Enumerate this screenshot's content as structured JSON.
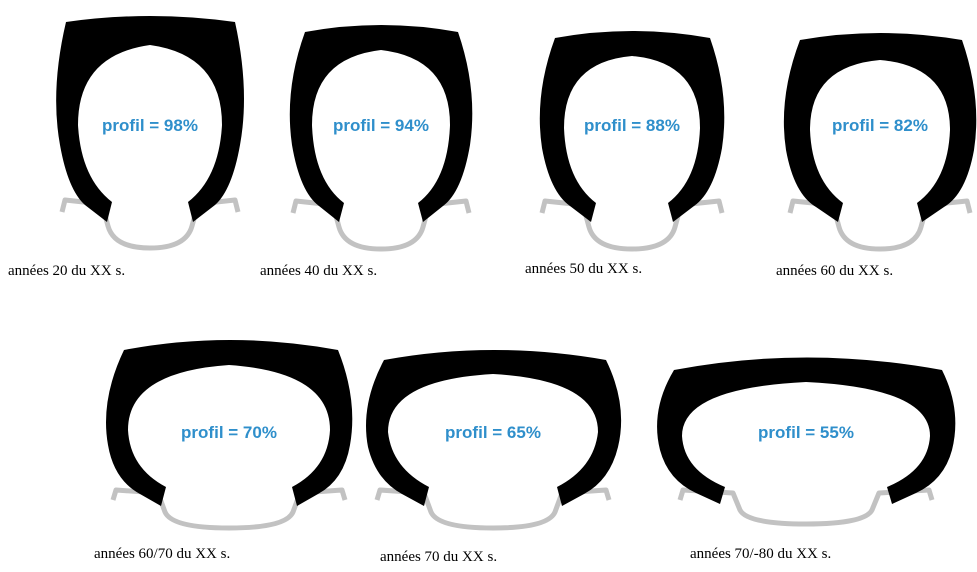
{
  "colors": {
    "tyre": "#000000",
    "rim": "#c2c2c2",
    "profile_text": "#2f8fcb",
    "background": "#ffffff"
  },
  "tyres": [
    {
      "profile": "profil = 98%",
      "era": "années 20 du XX s."
    },
    {
      "profile": "profil = 94%",
      "era": "années 40 du XX s."
    },
    {
      "profile": "profil = 88%",
      "era": "années 50 du XX s."
    },
    {
      "profile": "profil = 82%",
      "era": "années 60 du XX s."
    },
    {
      "profile": "profil = 70%",
      "era": "années 60/70 du XX s."
    },
    {
      "profile": "profil = 65%",
      "era": "années 70 du XX s."
    },
    {
      "profile": "profil = 55%",
      "era": "années 70/-80 du XX s."
    }
  ]
}
